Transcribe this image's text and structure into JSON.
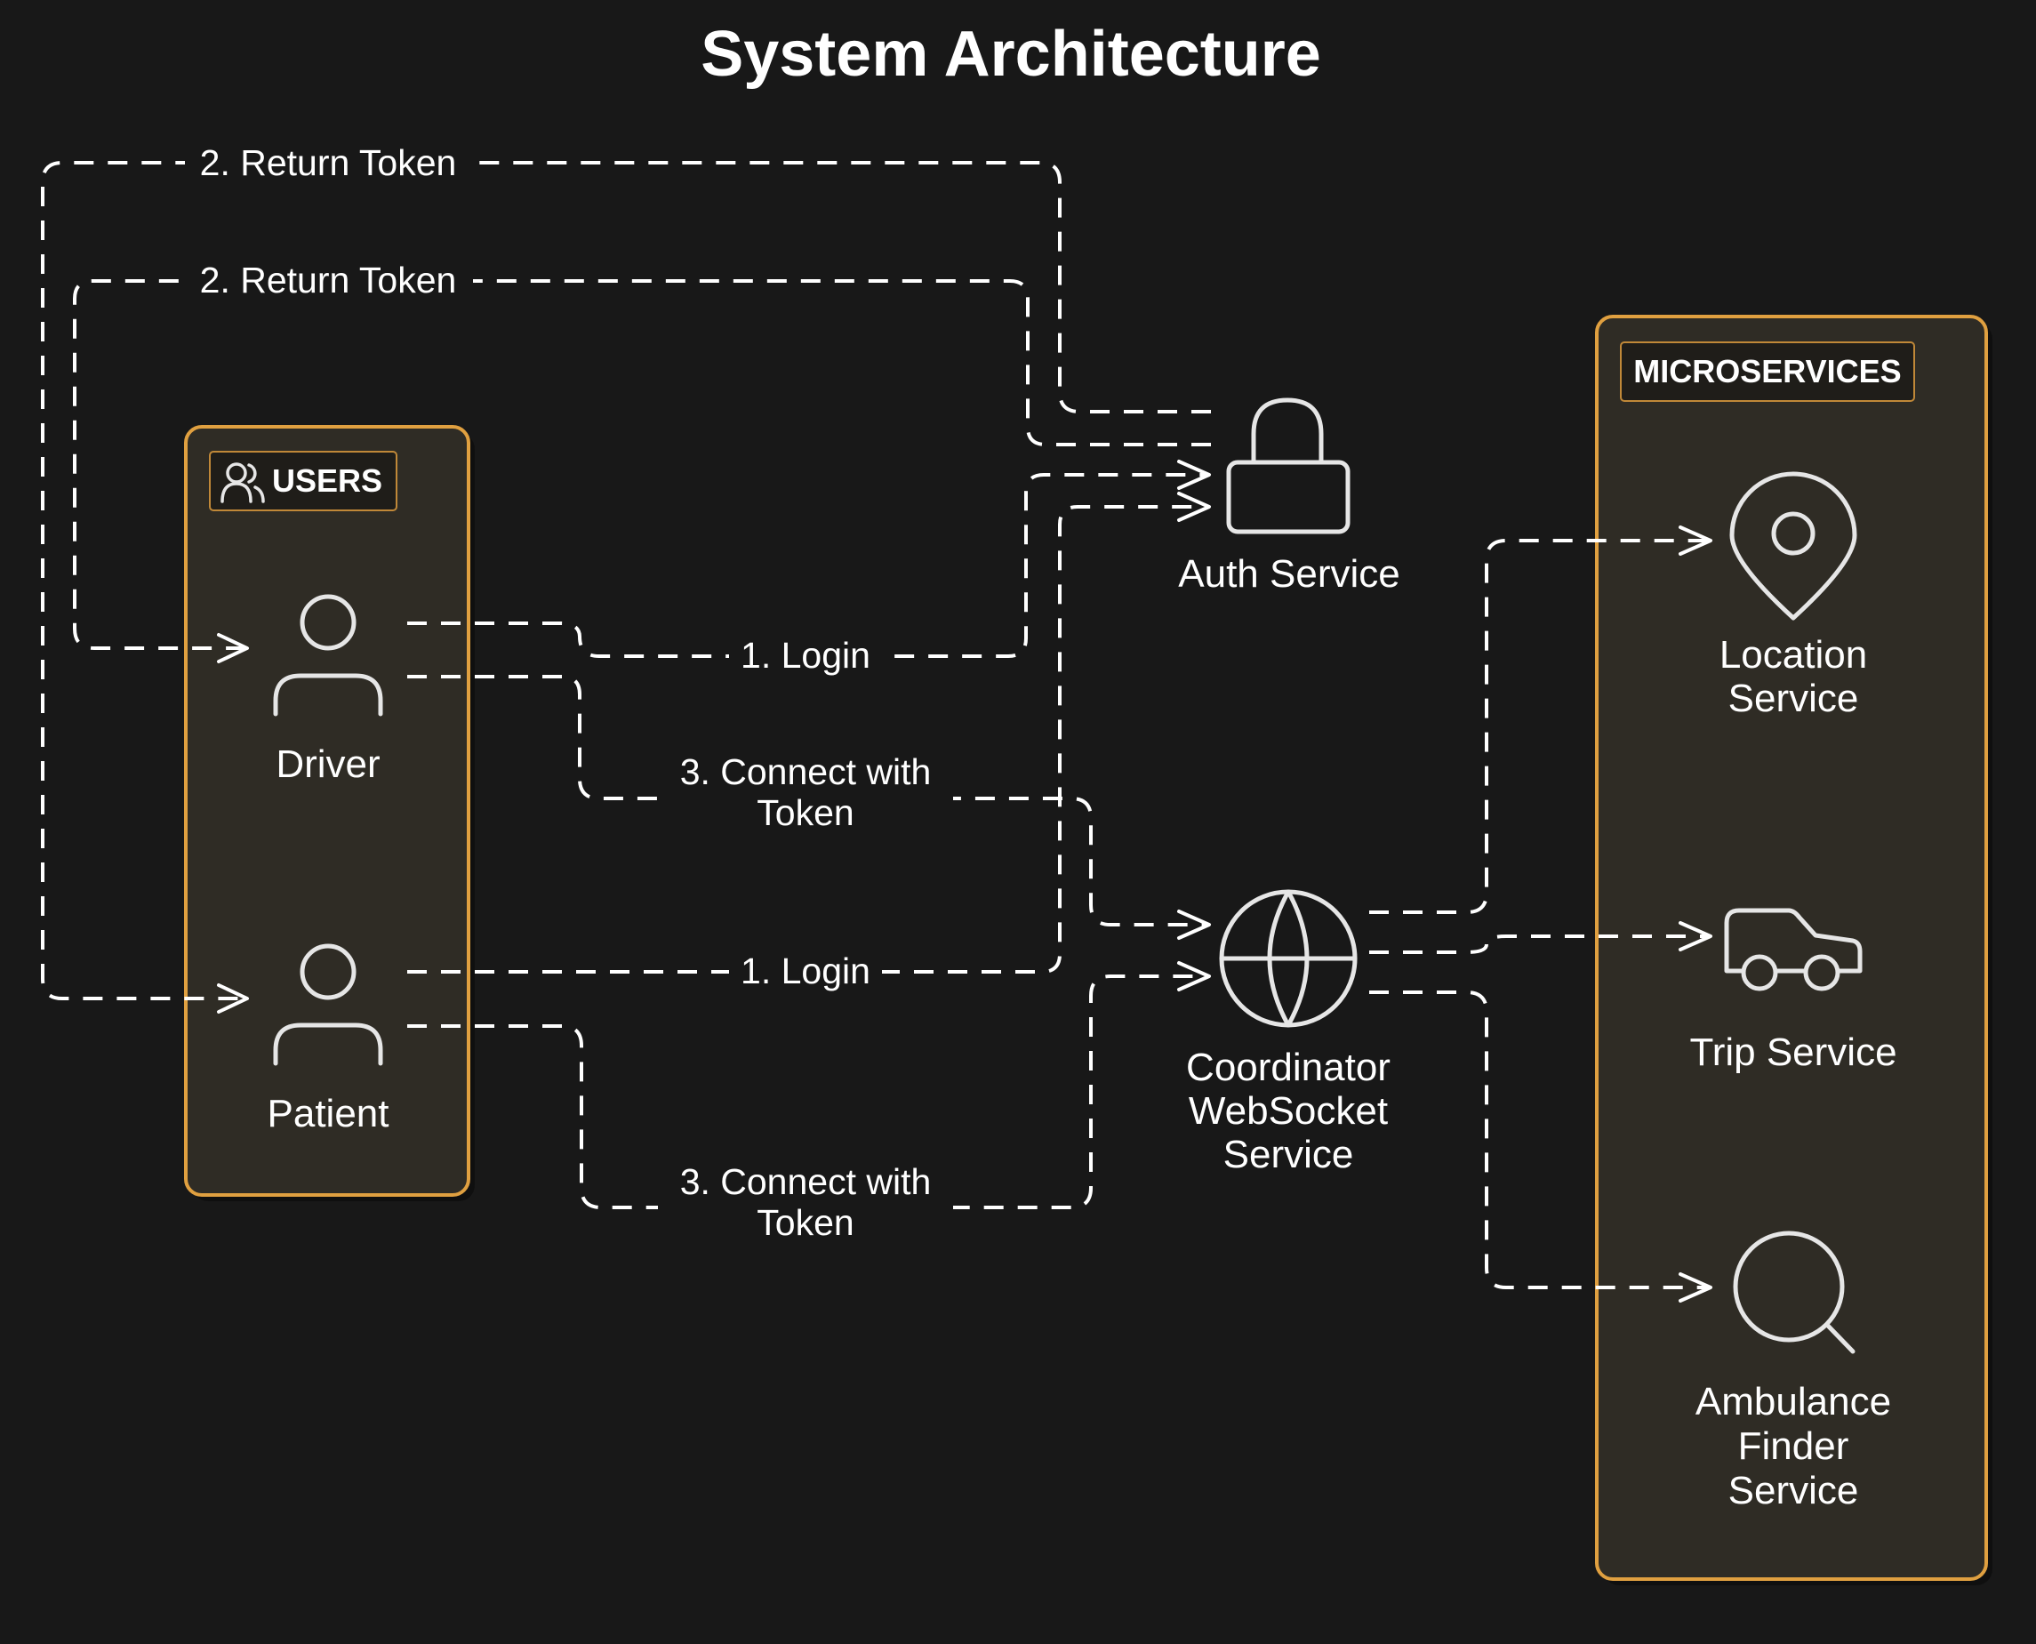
{
  "title": "System Architecture",
  "colors": {
    "background": "#181818",
    "group_border": "#e0a040",
    "group_fill": "#2f2c25",
    "line": "#ffffff"
  },
  "groups": {
    "users": {
      "label": "USERS",
      "icon": "users-icon"
    },
    "microservices": {
      "label": "MICROSERVICES"
    }
  },
  "nodes": {
    "driver": {
      "label": "Driver",
      "icon": "user-icon"
    },
    "patient": {
      "label": "Patient",
      "icon": "user-icon"
    },
    "auth": {
      "label": "Auth Service",
      "icon": "lock-icon"
    },
    "coordinator": {
      "label_lines": [
        "Coordinator",
        "WebSocket",
        "Service"
      ],
      "icon": "globe-icon"
    },
    "location": {
      "label_lines": [
        "Location",
        "Service"
      ],
      "icon": "map-pin-icon"
    },
    "trip": {
      "label": "Trip Service",
      "icon": "car-icon"
    },
    "finder": {
      "label_lines": [
        "Ambulance",
        "Finder",
        "Service"
      ],
      "icon": "search-icon"
    }
  },
  "edges": {
    "return_token_patient": "2. Return Token",
    "return_token_driver": "2. Return Token",
    "login_driver": "1. Login",
    "login_patient": "1. Login",
    "connect_driver": [
      "3. Connect with",
      "Token"
    ],
    "connect_patient": [
      "3. Connect with",
      "Token"
    ]
  }
}
